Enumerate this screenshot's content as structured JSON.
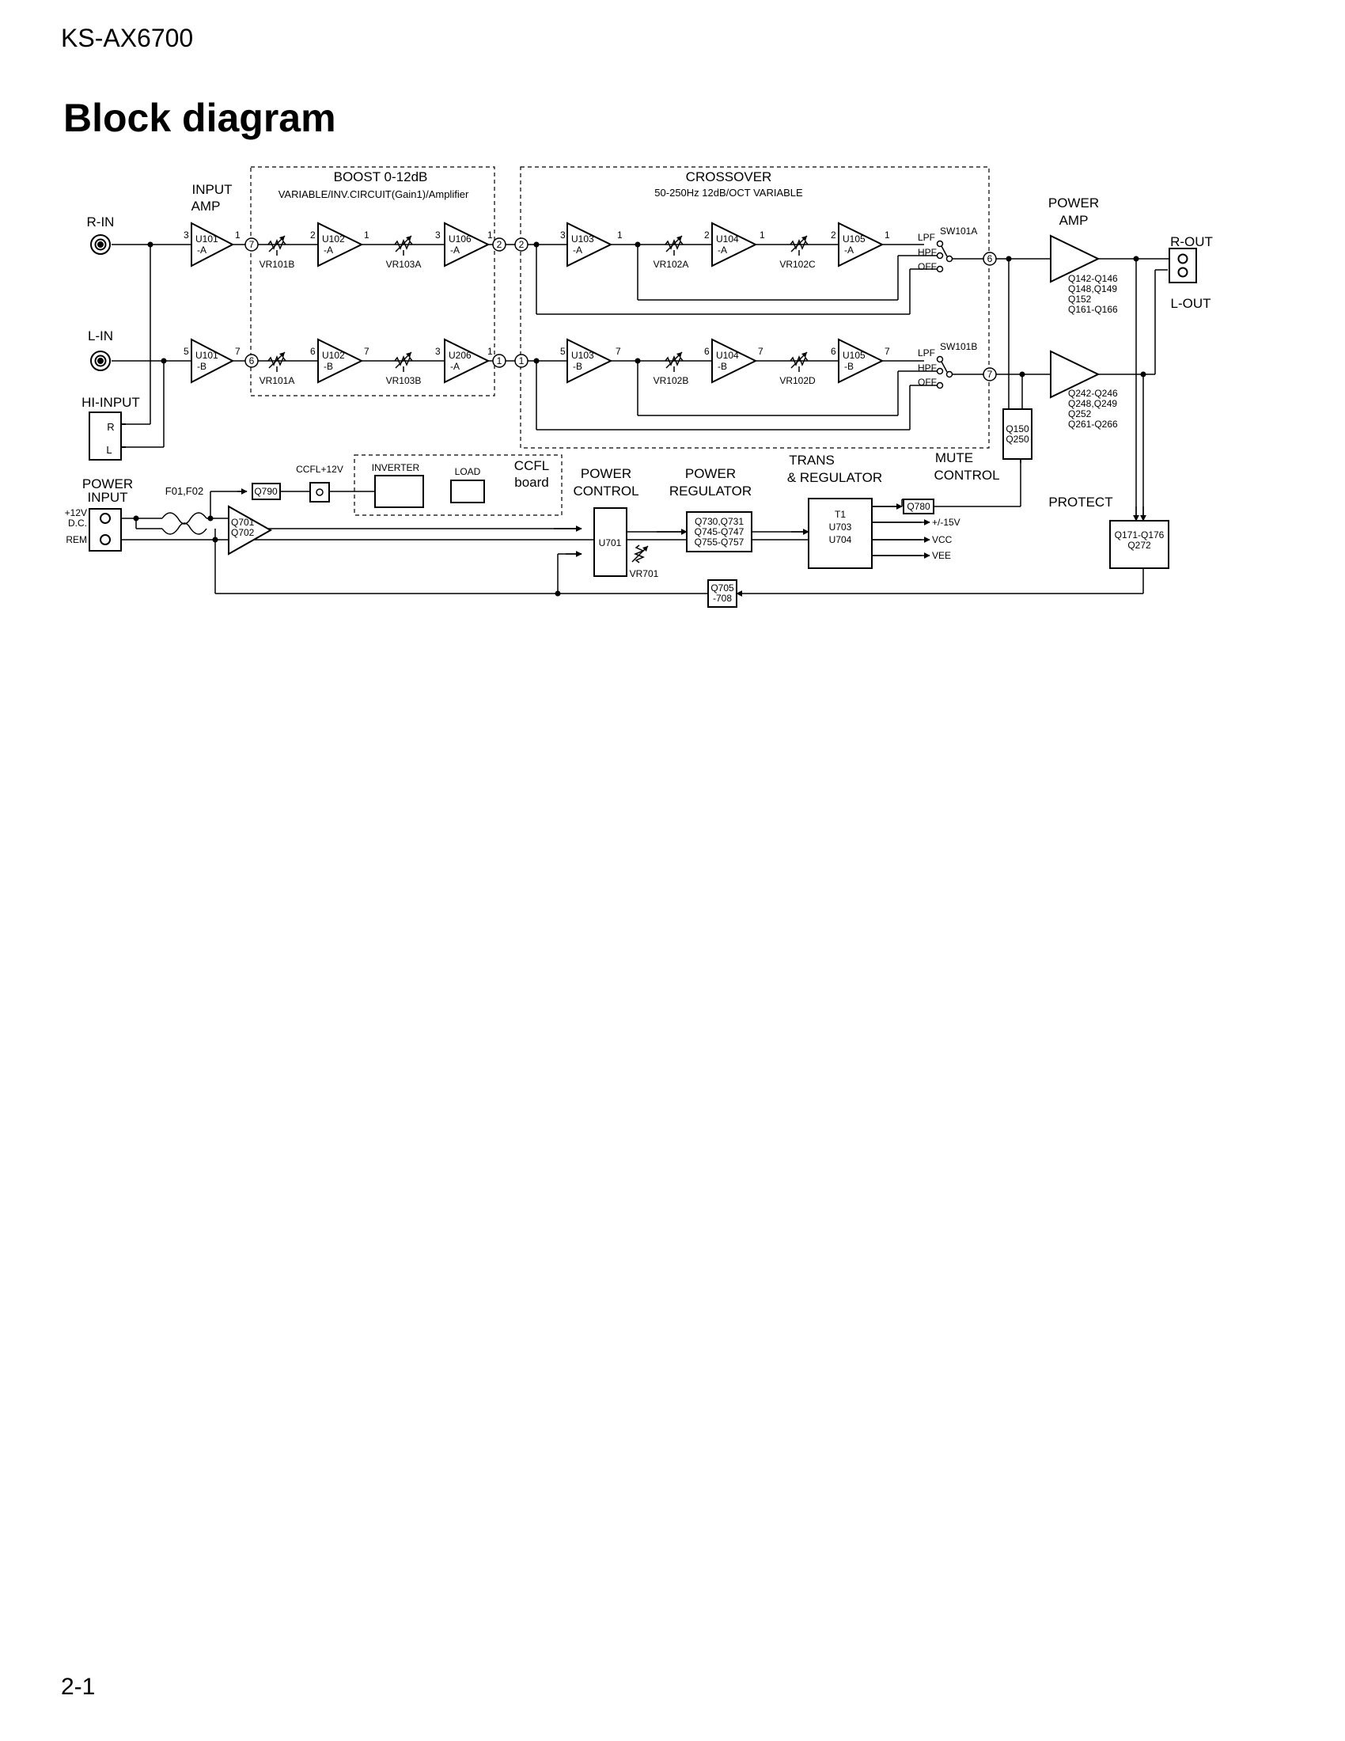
{
  "header": {
    "model": "KS-AX6700",
    "title": "Block diagram",
    "page": "2-1"
  },
  "blocks": {
    "boost": {
      "title": "BOOST 0-12dB",
      "subtitle": "VARIABLE/INV.CIRCUIT(Gain1)/Amplifier"
    },
    "crossover": {
      "title": "CROSSOVER",
      "subtitle": "50-250Hz 12dB/OCT VARIABLE"
    },
    "input_amp": [
      "INPUT",
      "AMP"
    ],
    "power_amp": [
      "POWER",
      "AMP"
    ],
    "power_amp_r_tr": [
      "Q142-Q146",
      "Q148,Q149",
      "Q152",
      "Q161-Q166"
    ],
    "power_amp_l_tr": [
      "Q242-Q246",
      "Q248,Q249",
      "Q252",
      "Q261-Q266"
    ],
    "ccfl": [
      "CCFL",
      "board"
    ],
    "inverter": "INVERTER",
    "load": "LOAD",
    "ccfl12v": "CCFL+12V",
    "power_input": [
      "POWER",
      "INPUT"
    ],
    "pi_12v": "+12V",
    "pi_dc": "D.C.",
    "pi_rem": "REM",
    "power_control": [
      "POWER",
      "CONTROL"
    ],
    "power_regulator": [
      "POWER",
      "REGULATOR"
    ],
    "trans_regulator": [
      "TRANS",
      "& REGULATOR"
    ],
    "mute_control": [
      "MUTE",
      "CONTROL"
    ],
    "protect": "PROTECT",
    "fuses": "F01,F02",
    "hi_input": "HI-INPUT",
    "hi_r": "R",
    "hi_l": "L"
  },
  "io": {
    "r_in": "R-IN",
    "l_in": "L-IN",
    "r_out": "R-OUT",
    "l_out": "L-OUT"
  },
  "parts": {
    "u101a": [
      "U101",
      "-A"
    ],
    "u101b": [
      "U101",
      "-B"
    ],
    "u102a": [
      "U102",
      "-A"
    ],
    "u102b": [
      "U102",
      "-B"
    ],
    "u106a": [
      "U106",
      "-A"
    ],
    "u206a": [
      "U206",
      "-A"
    ],
    "u103a": [
      "U103",
      "-A"
    ],
    "u103b": [
      "U103",
      "-B"
    ],
    "u104a": [
      "U104",
      "-A"
    ],
    "u104b": [
      "U104",
      "-B"
    ],
    "u105a": [
      "U105",
      "-A"
    ],
    "u105b": [
      "U105",
      "-B"
    ],
    "vr101b": "VR101B",
    "vr103a": "VR103A",
    "vr101a": "VR101A",
    "vr103b": "VR103B",
    "vr102a": "VR102A",
    "vr102c": "VR102C",
    "vr102b": "VR102B",
    "vr102d": "VR102D",
    "vr701": "VR701",
    "sw101a": "SW101A",
    "sw101b": "SW101B",
    "lpf": "LPF",
    "hpf": "HPF",
    "off": "OFF",
    "q790": "Q790",
    "q701": [
      "Q701",
      "Q702"
    ],
    "u701": "U701",
    "regtr": [
      "Q730,Q731",
      "Q745-Q747",
      "Q755-Q757"
    ],
    "t1": [
      "T1",
      "U703",
      "U704"
    ],
    "q780": "Q780",
    "pm15": "+/-15V",
    "vcc": "VCC",
    "vee": "VEE",
    "q150": [
      "Q150",
      "Q250"
    ],
    "q171": [
      "Q171-Q176",
      "Q272"
    ],
    "q705": [
      "Q705",
      "-708"
    ]
  },
  "pins": {
    "p3": "3",
    "p1": "1",
    "p2": "2",
    "p5": "5",
    "p6": "6",
    "p7": "7"
  },
  "nodes": {
    "n7": "7",
    "n2": "2",
    "n6": "6",
    "n1": "1"
  }
}
